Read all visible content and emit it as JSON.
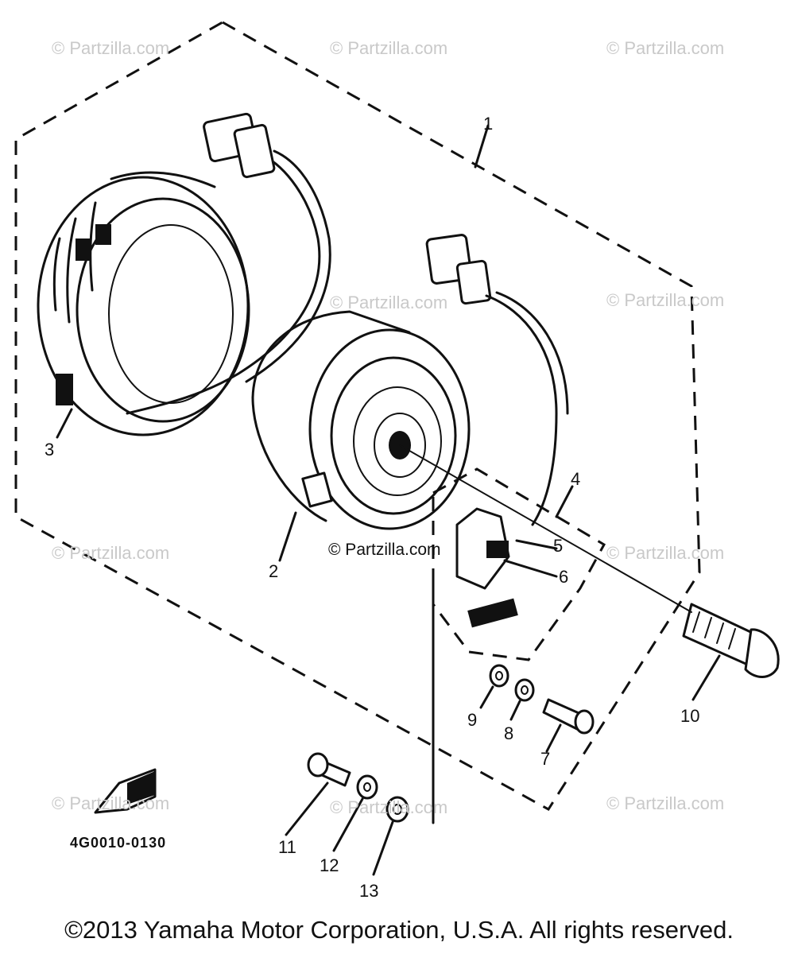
{
  "watermark_text": "© Partzilla.com",
  "watermark_center_text": "© Partzilla.com",
  "callouts": [
    "1",
    "2",
    "3",
    "4",
    "5",
    "6",
    "7",
    "8",
    "9",
    "10",
    "11",
    "12",
    "13"
  ],
  "diagram_code": "4G0010-0130",
  "copyright": "©2013 Yamaha Motor Corporation, U.S.A. All rights reserved.",
  "colors": {
    "ink": "#111111",
    "watermark": "#c9c9c9",
    "background": "#ffffff"
  }
}
